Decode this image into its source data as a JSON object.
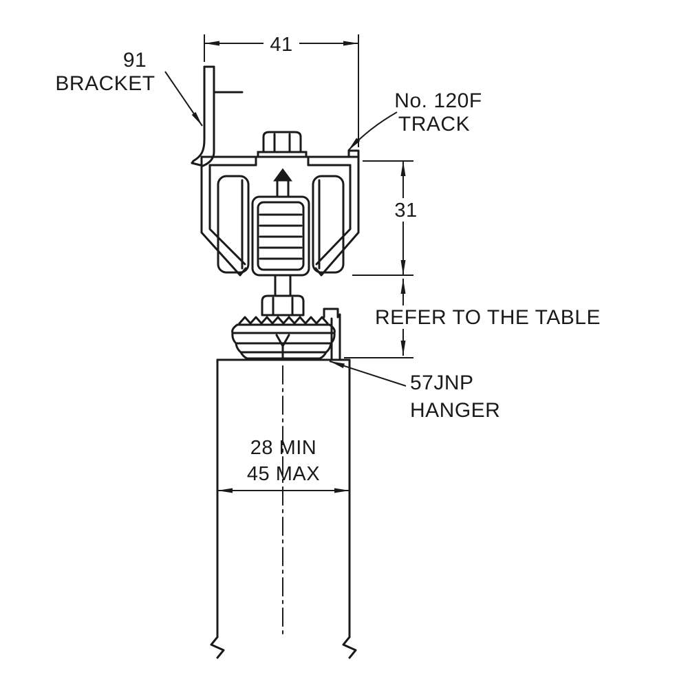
{
  "drawing": {
    "type": "technical-cross-section",
    "subject": "sliding-door track and hanger assembly",
    "colors": {
      "line": "#1a1a1a",
      "background": "#ffffff"
    },
    "labels": {
      "bracket": {
        "part_no": "91",
        "name": "BRACKET"
      },
      "track": {
        "part_no": "No. 120F",
        "name": "TRACK"
      },
      "hanger": {
        "part_no": "57JNP",
        "name": "HANGER"
      }
    },
    "dimensions": {
      "track_width": "41",
      "track_depth": "31",
      "drop_note": "REFER TO THE TABLE",
      "door_min": "28 MIN",
      "door_max": "45 MAX"
    }
  }
}
